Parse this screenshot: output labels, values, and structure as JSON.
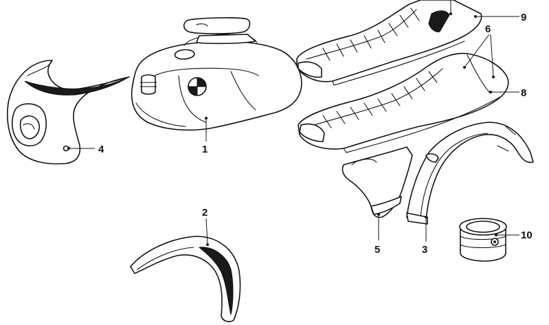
{
  "callouts": {
    "c1": "1",
    "c2": "2",
    "c3": "3",
    "c4": "4",
    "c5": "5",
    "c6": "6",
    "c8": "8",
    "c9": "9",
    "c10": "10"
  },
  "colors": {
    "line": "#111111",
    "background": "#ffffff"
  }
}
